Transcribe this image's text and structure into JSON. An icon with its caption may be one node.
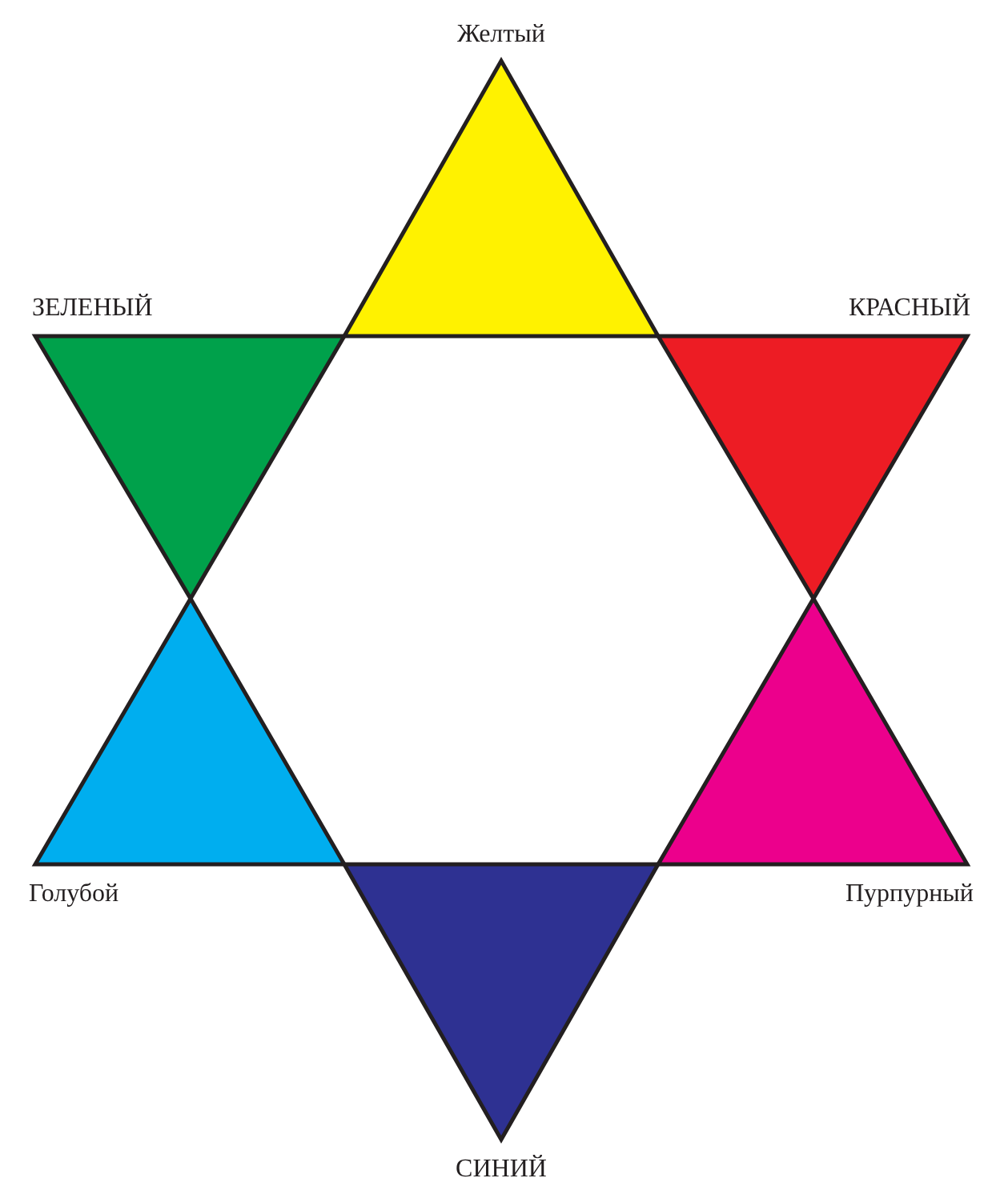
{
  "diagram": {
    "nodes": [
      {
        "text": [],
        "shape": "triangle",
        "beside": [
          "Желтый"
        ]
      },
      {
        "text": [],
        "shape": "triangle",
        "beside": [
          "ЗЕЛЕНЫЙ"
        ]
      },
      {
        "text": [],
        "shape": "triangle",
        "beside": [
          "КРАСНЫЙ"
        ]
      },
      {
        "text": [],
        "shape": "triangle",
        "beside": [
          "Голубой"
        ]
      },
      {
        "text": [],
        "shape": "triangle",
        "beside": [
          "Пурпурный"
        ]
      },
      {
        "text": [],
        "shape": "triangle",
        "beside": [
          "СИНИЙ"
        ]
      }
    ]
  }
}
